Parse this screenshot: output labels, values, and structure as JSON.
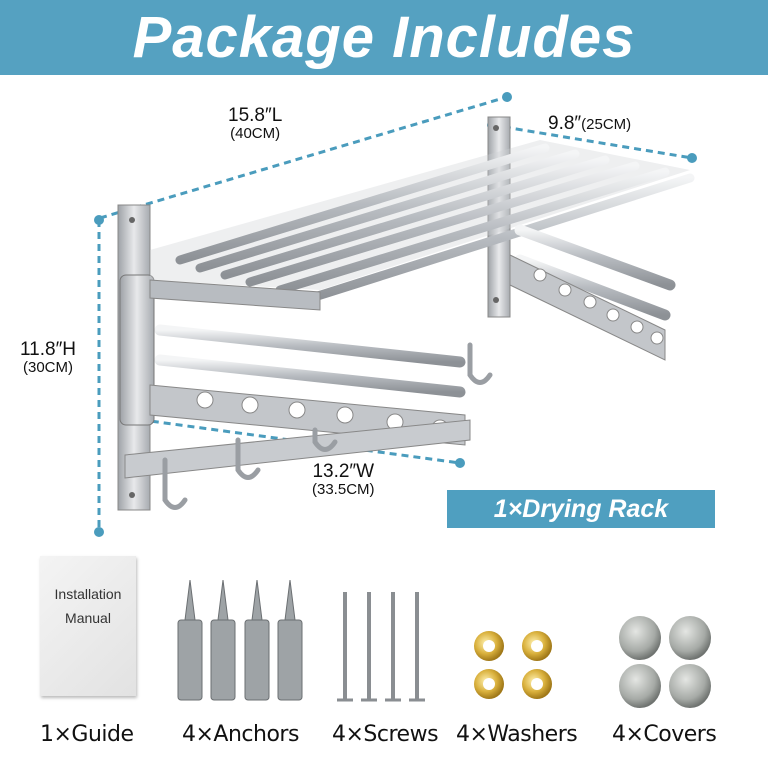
{
  "banner": {
    "title": "Package Includes"
  },
  "dimensions": {
    "length": {
      "inch": "15.8″L",
      "cm": "(40CM)"
    },
    "depth": {
      "inch": "9.8″",
      "cm": "(25CM)"
    },
    "height": {
      "inch": "11.8″H",
      "cm": "(30CM)"
    },
    "width": {
      "inch": "13.2″W",
      "cm": "(33.5CM)"
    }
  },
  "main_item": {
    "label": "1×Drying Rack"
  },
  "manual": {
    "line1": "Installation",
    "line2": "Manual"
  },
  "accessories": [
    {
      "label": "1×Guide"
    },
    {
      "label": "4×Anchors"
    },
    {
      "label": "4×Screws"
    },
    {
      "label": "4×Washers"
    },
    {
      "label": "4×Covers"
    }
  ],
  "colors": {
    "accent": "#55a1c1",
    "dim_line": "#4a9cbd",
    "metal": "#c9ccd0",
    "brass": "#d9b03c"
  }
}
